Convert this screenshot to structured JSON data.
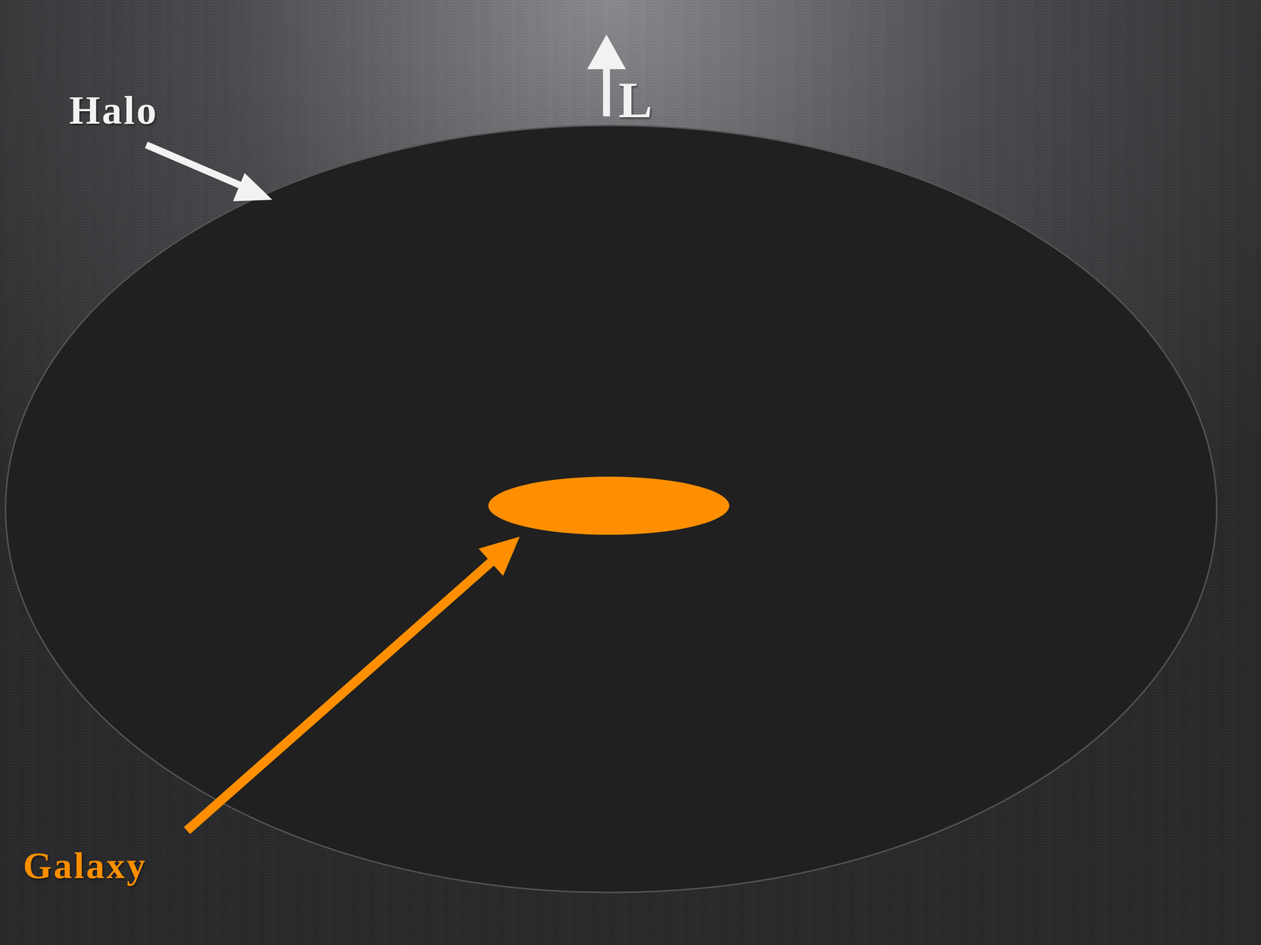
{
  "diagram": {
    "labels": [
      "Halo",
      "L",
      "Galaxy"
    ]
  }
}
